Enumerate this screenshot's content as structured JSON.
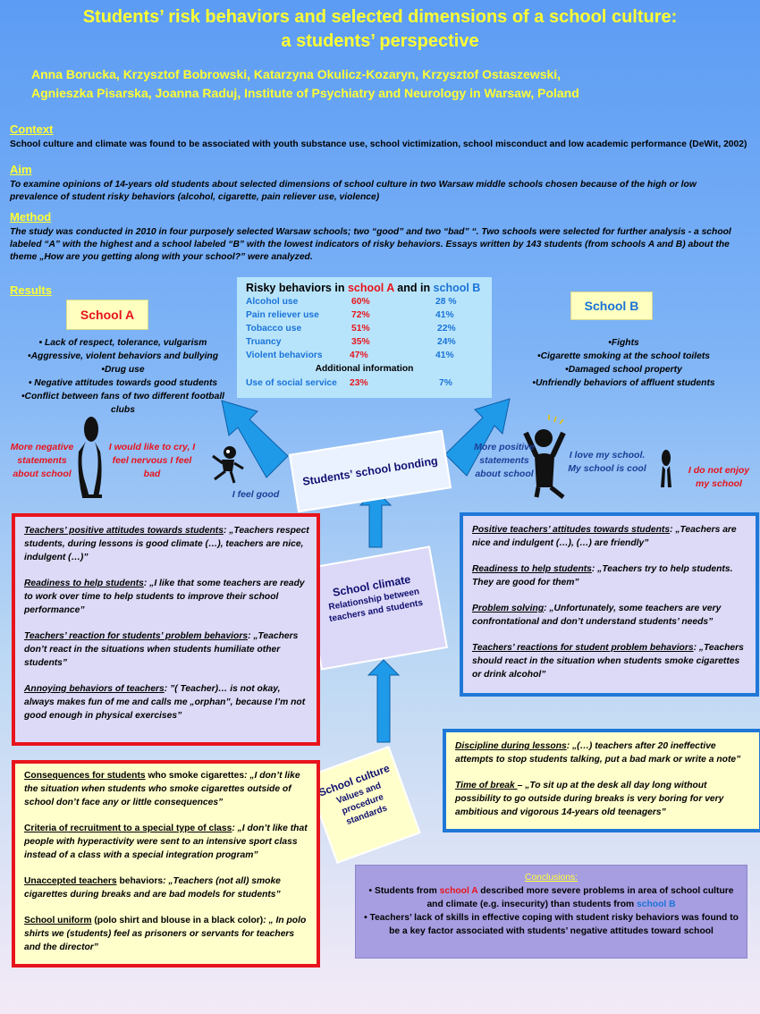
{
  "header": {
    "title_line1": "Students’ risk behaviors and selected dimensions of a school culture:",
    "title_line2": "a students’ perspective",
    "authors_line1": "Anna Borucka,  Krzysztof Bobrowski, Katarzyna Okulicz-Kozaryn, Krzysztof Ostaszewski,",
    "authors_line2": "Agnieszka Pisarska, Joanna Raduj, Institute of Psychiatry and Neurology in Warsaw, Poland"
  },
  "context": {
    "heading": "Context",
    "text": "School culture and climate was found to be associated with youth substance use, school victimization, school misconduct and low academic performance (DeWit, 2002)"
  },
  "aim": {
    "heading": "Aim",
    "text": "To  examine opinions of 14-years old students about selected dimensions of  school culture in two Warsaw middle schools chosen because of the high or low prevalence of student risky behaviors (alcohol, cigarette, pain reliever use, violence)"
  },
  "method": {
    "heading": "Method",
    "text": "The study was conducted in 2010 in four purposely selected Warsaw schools; two “good” and two  “bad” “. Two schools were selected for further analysis - a school labeled “A” with the highest and a school labeled “B”  with the lowest indicators of risky behaviors. Essays written by 143 students (from schools A and B)   about the theme „How are you  getting along  with your school?” were analyzed."
  },
  "results": {
    "heading": "Results"
  },
  "risk_table": {
    "title_pre": "Risky behaviors  in ",
    "title_a": "school A",
    "title_mid": "  and in ",
    "title_b": "school B",
    "rows": [
      {
        "label": "Alcohol  use",
        "a": "60%",
        "b": "28 %"
      },
      {
        "label": "Pain reliever use",
        "a": "72%",
        "b": "41%"
      },
      {
        "label": "Tobacco use",
        "a": "51%",
        "b": "22%"
      },
      {
        "label": "Truancy",
        "a": "35%",
        "b": "24%"
      },
      {
        "label": "Violent behaviors",
        "a": "47%",
        "b": "41%"
      }
    ],
    "additional": "Additional information",
    "social": {
      "label": "Use of social service",
      "a": "23%",
      "b": "7%"
    }
  },
  "school_a": {
    "label": "School  A",
    "items": [
      "• Lack of  respect, tolerance, vulgarism",
      "•Aggressive, violent behaviors and bullying",
      "•Drug use",
      "• Negative attitudes towards good students",
      "•Conflict between fans of two different football clubs"
    ],
    "quote_negative": "More negative statements about school",
    "quote_cry": "I would like to cry, I feel nervous I feel bad",
    "quote_good": "I feel good"
  },
  "school_b": {
    "label": "School  B",
    "items": [
      "•Fights",
      "•Cigarette smoking at the school toilets",
      "•Damaged school property",
      "•Unfriendly behaviors of affluent students"
    ],
    "quote_more": "More positive statements about school",
    "quote_love": "I love my school. My school is cool",
    "quote_enjoy": "I do not enjoy my school"
  },
  "center": {
    "bonding": "Students’  school bonding",
    "climate_title": "School climate",
    "climate_sub": "Relationship between teachers and students",
    "culture_title": "School culture",
    "culture_sub": "Values  and procedure standards"
  },
  "box_a_climate": [
    {
      "h": "Teachers’ positive attitudes towards students",
      "t": ": „Teachers respect students, during lessons is good  climate (…), teachers are nice, indulgent (…)”"
    },
    {
      "h": "Readiness to help students",
      "t": ": „I like that some teachers are ready to work over time to  help students to improve  their school performance”"
    },
    {
      "h": "Teachers’ reaction for students’ problem behaviors",
      "t": ": „Teachers don’t  react in the situations when students humiliate other students”"
    },
    {
      "h": "Annoying behaviors of teachers",
      "t": ": ”( Teacher)… is not okay, always makes fun of me and calls me „orphan”, because I’m not good enough in physical exercises”"
    }
  ],
  "box_b_climate": [
    {
      "h": "Positive teachers’ attitudes towards students",
      "t": ": „Teachers are nice and indulgent (…), (…) are friendly”"
    },
    {
      "h": "Readiness to help  students",
      "t": ": „Teachers try to help students. They are good for them”"
    },
    {
      "h": "Problem solving",
      "t": ": „Unfortunately, some teachers are very confrontational  and don’t understand students’ needs”"
    },
    {
      "h": "Teachers’ reactions for student problem behaviors",
      "t": ": „Teachers should react in the situation when students smoke cigarettes or drink alcohol”"
    }
  ],
  "box_b_culture": [
    {
      "h": "Discipline during lessons",
      "t": ": „(…) teachers after 20 ineffective attempts to stop students talking, put a bad mark or write a note”"
    },
    {
      "h": "Time of break ",
      "t": "–  „To sit up at the desk all day long without possibility to go outside during breaks is very boring for  very ambitious and  vigorous 14-years old teenagers”"
    }
  ],
  "box_a_culture": [
    {
      "h": "Consequences for students",
      "t1": " who smoke cigarettes",
      "t": ": „I don’t like the situation when students who smoke cigarettes outside of school  don’t  face any or little consequences”"
    },
    {
      "h": "Criteria  of recruitment to a special type of class",
      "t1": "",
      "t": ": „I don’t like that people with hyperactivity were sent to an intensive sport class instead of a class with a special integration program”"
    },
    {
      "h": "Unaccepted teachers",
      "t1": " behaviors",
      "t": ": „Teachers (not all)  smoke cigarettes during breaks and are bad models for students”"
    },
    {
      "h": "School uniform",
      "t1": " (polo shirt and blouse in a black color)",
      "t": ": „ In polo shirts we (students) feel as prisoners or servants for teachers and the director”"
    }
  ],
  "conclusions": {
    "heading": "Conclusions:",
    "c1_pre": "• Students from ",
    "c1_a": "school A",
    "c1_mid": " described more severe problems in area of school culture and climate (e.g. insecurity) than students from ",
    "c1_b": "school B",
    "c2": "•  Teachers’ lack of skills in effective coping with student risky behaviors was found to be a key factor  associated with students’ negative attitudes toward school"
  }
}
